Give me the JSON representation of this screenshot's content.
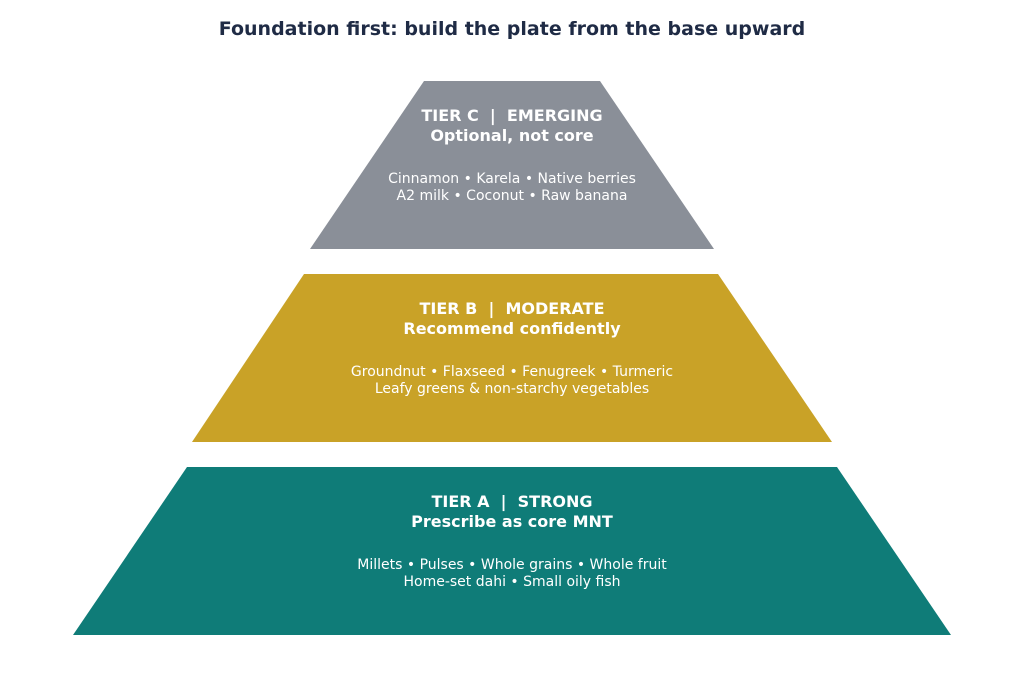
{
  "title": "Foundation first: build the plate from the base upward",
  "tiers": [
    {
      "heading": "TIER C  |  EMERGING",
      "subtitle": "Optional, not core",
      "items_line1": "Cinnamon • Karela • Native berries",
      "items_line2": "A2 milk • Coconut • Raw banana",
      "color": "#8a8f98"
    },
    {
      "heading": "TIER B  |  MODERATE",
      "subtitle": "Recommend confidently",
      "items_line1": "Groundnut • Flaxseed • Fenugreek • Turmeric",
      "items_line2": "Leafy greens & non-starchy vegetables",
      "color": "#c9a227"
    },
    {
      "heading": "TIER A  |  STRONG",
      "subtitle": "Prescribe as core MNT",
      "items_line1": "Millets • Pulses • Whole grains • Whole fruit",
      "items_line2": "Home-set dahi • Small oily fish",
      "color": "#0f7c78"
    }
  ]
}
